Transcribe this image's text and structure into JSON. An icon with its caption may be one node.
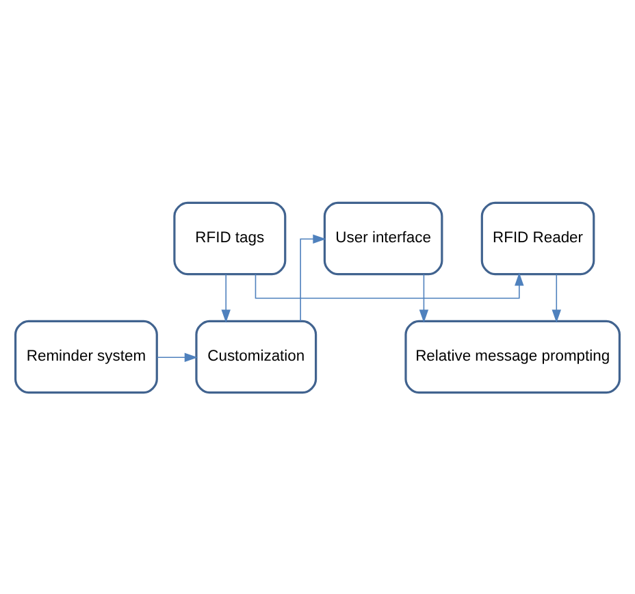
{
  "diagram": {
    "nodes": [
      {
        "text": [
          "Relative message prompting"
        ]
      },
      {
        "text": [
          "RFID tags"
        ]
      },
      {
        "text": [
          "RFID Reader"
        ]
      },
      {
        "text": [
          "User interface"
        ]
      },
      {
        "text": [
          "Reminder system"
        ]
      },
      {
        "text": [
          "Customization"
        ]
      }
    ],
    "edges": [
      {
        "from": 1,
        "to": 2,
        "arrow": "to"
      },
      {
        "from": 2,
        "to": 0,
        "arrow": "to"
      },
      {
        "from": 3,
        "to": 0,
        "arrow": "to"
      },
      {
        "from": 1,
        "to": 5,
        "arrow": "to"
      },
      {
        "from": 5,
        "to": 3,
        "arrow": "to"
      },
      {
        "from": 4,
        "to": 5,
        "arrow": "to"
      }
    ]
  }
}
